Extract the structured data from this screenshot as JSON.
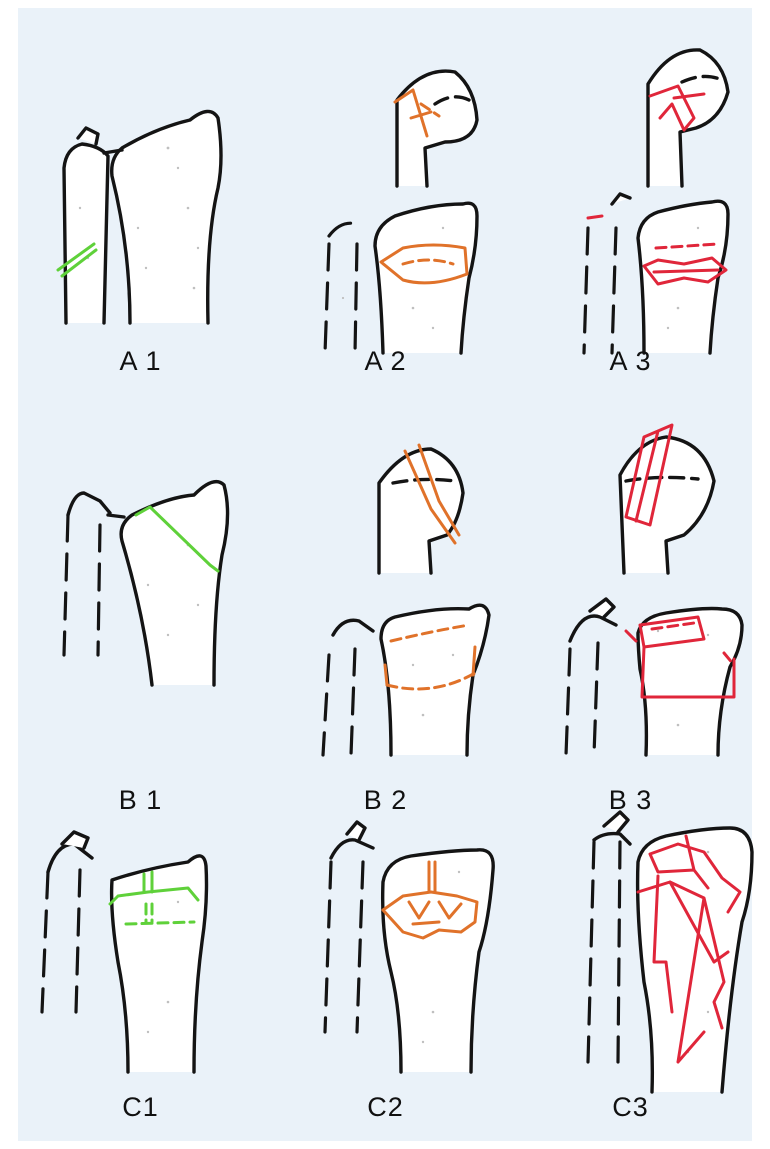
{
  "colors": {
    "background": "#eaf2f9",
    "type_a_fracture": "#5fd13a",
    "type_b_fracture": "#e0722a",
    "type_c_fracture": "#e0263a"
  },
  "panels": [
    {
      "id": "a1",
      "label": "A 1"
    },
    {
      "id": "a2",
      "label": "A 2"
    },
    {
      "id": "a3",
      "label": "A 3"
    },
    {
      "id": "b1",
      "label": "B 1"
    },
    {
      "id": "b2",
      "label": "B 2"
    },
    {
      "id": "b3",
      "label": "B 3"
    },
    {
      "id": "c1",
      "label": "C1"
    },
    {
      "id": "c2",
      "label": "C2"
    },
    {
      "id": "c3",
      "label": "C3"
    }
  ]
}
